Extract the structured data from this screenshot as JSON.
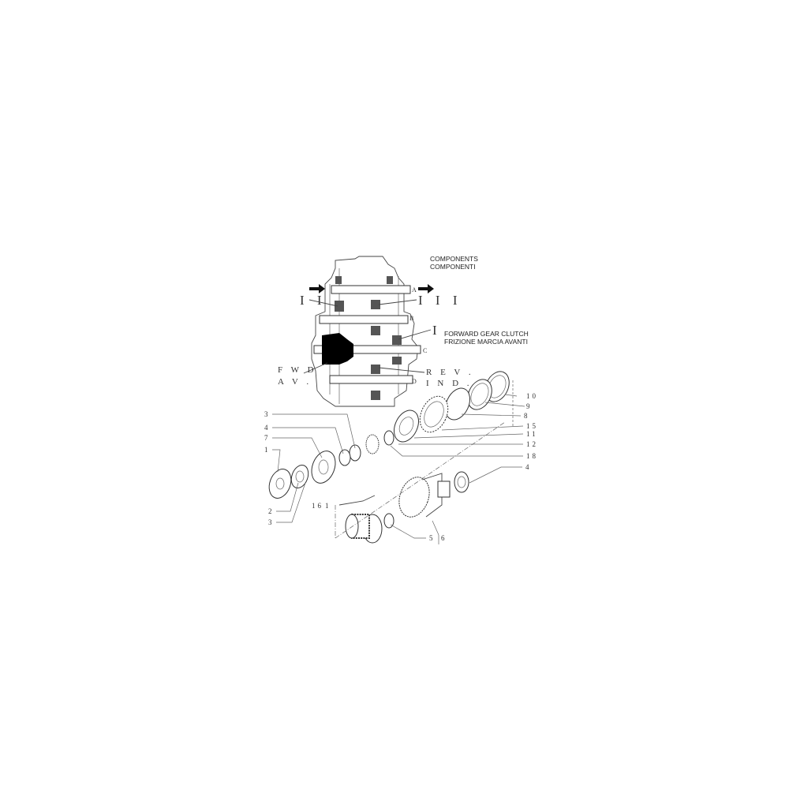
{
  "header": {
    "line1": "COMPONENTS",
    "line2": "COMPONENTI"
  },
  "assembly": {
    "line1": "FORWARD GEAR CLUTCH",
    "line2": "FRIZIONE MARCIA AVANTI"
  },
  "section_labels": {
    "gear_ii": "I I",
    "gear_iii": "I I I",
    "gear_i": "I",
    "fwd": "F W D",
    "av": "A V .",
    "rev": "R E V .",
    "ind": "I N D ."
  },
  "shaft_labels": {
    "a": "A",
    "b": "B",
    "c": "C",
    "d": "D"
  },
  "callouts": {
    "left": [
      "3",
      "4",
      "7",
      "1",
      "2",
      "3"
    ],
    "right": [
      "10",
      "9",
      "8",
      "15",
      "11",
      "12",
      "18",
      "4"
    ],
    "bottom": [
      "16",
      "1",
      "5",
      "6"
    ]
  }
}
